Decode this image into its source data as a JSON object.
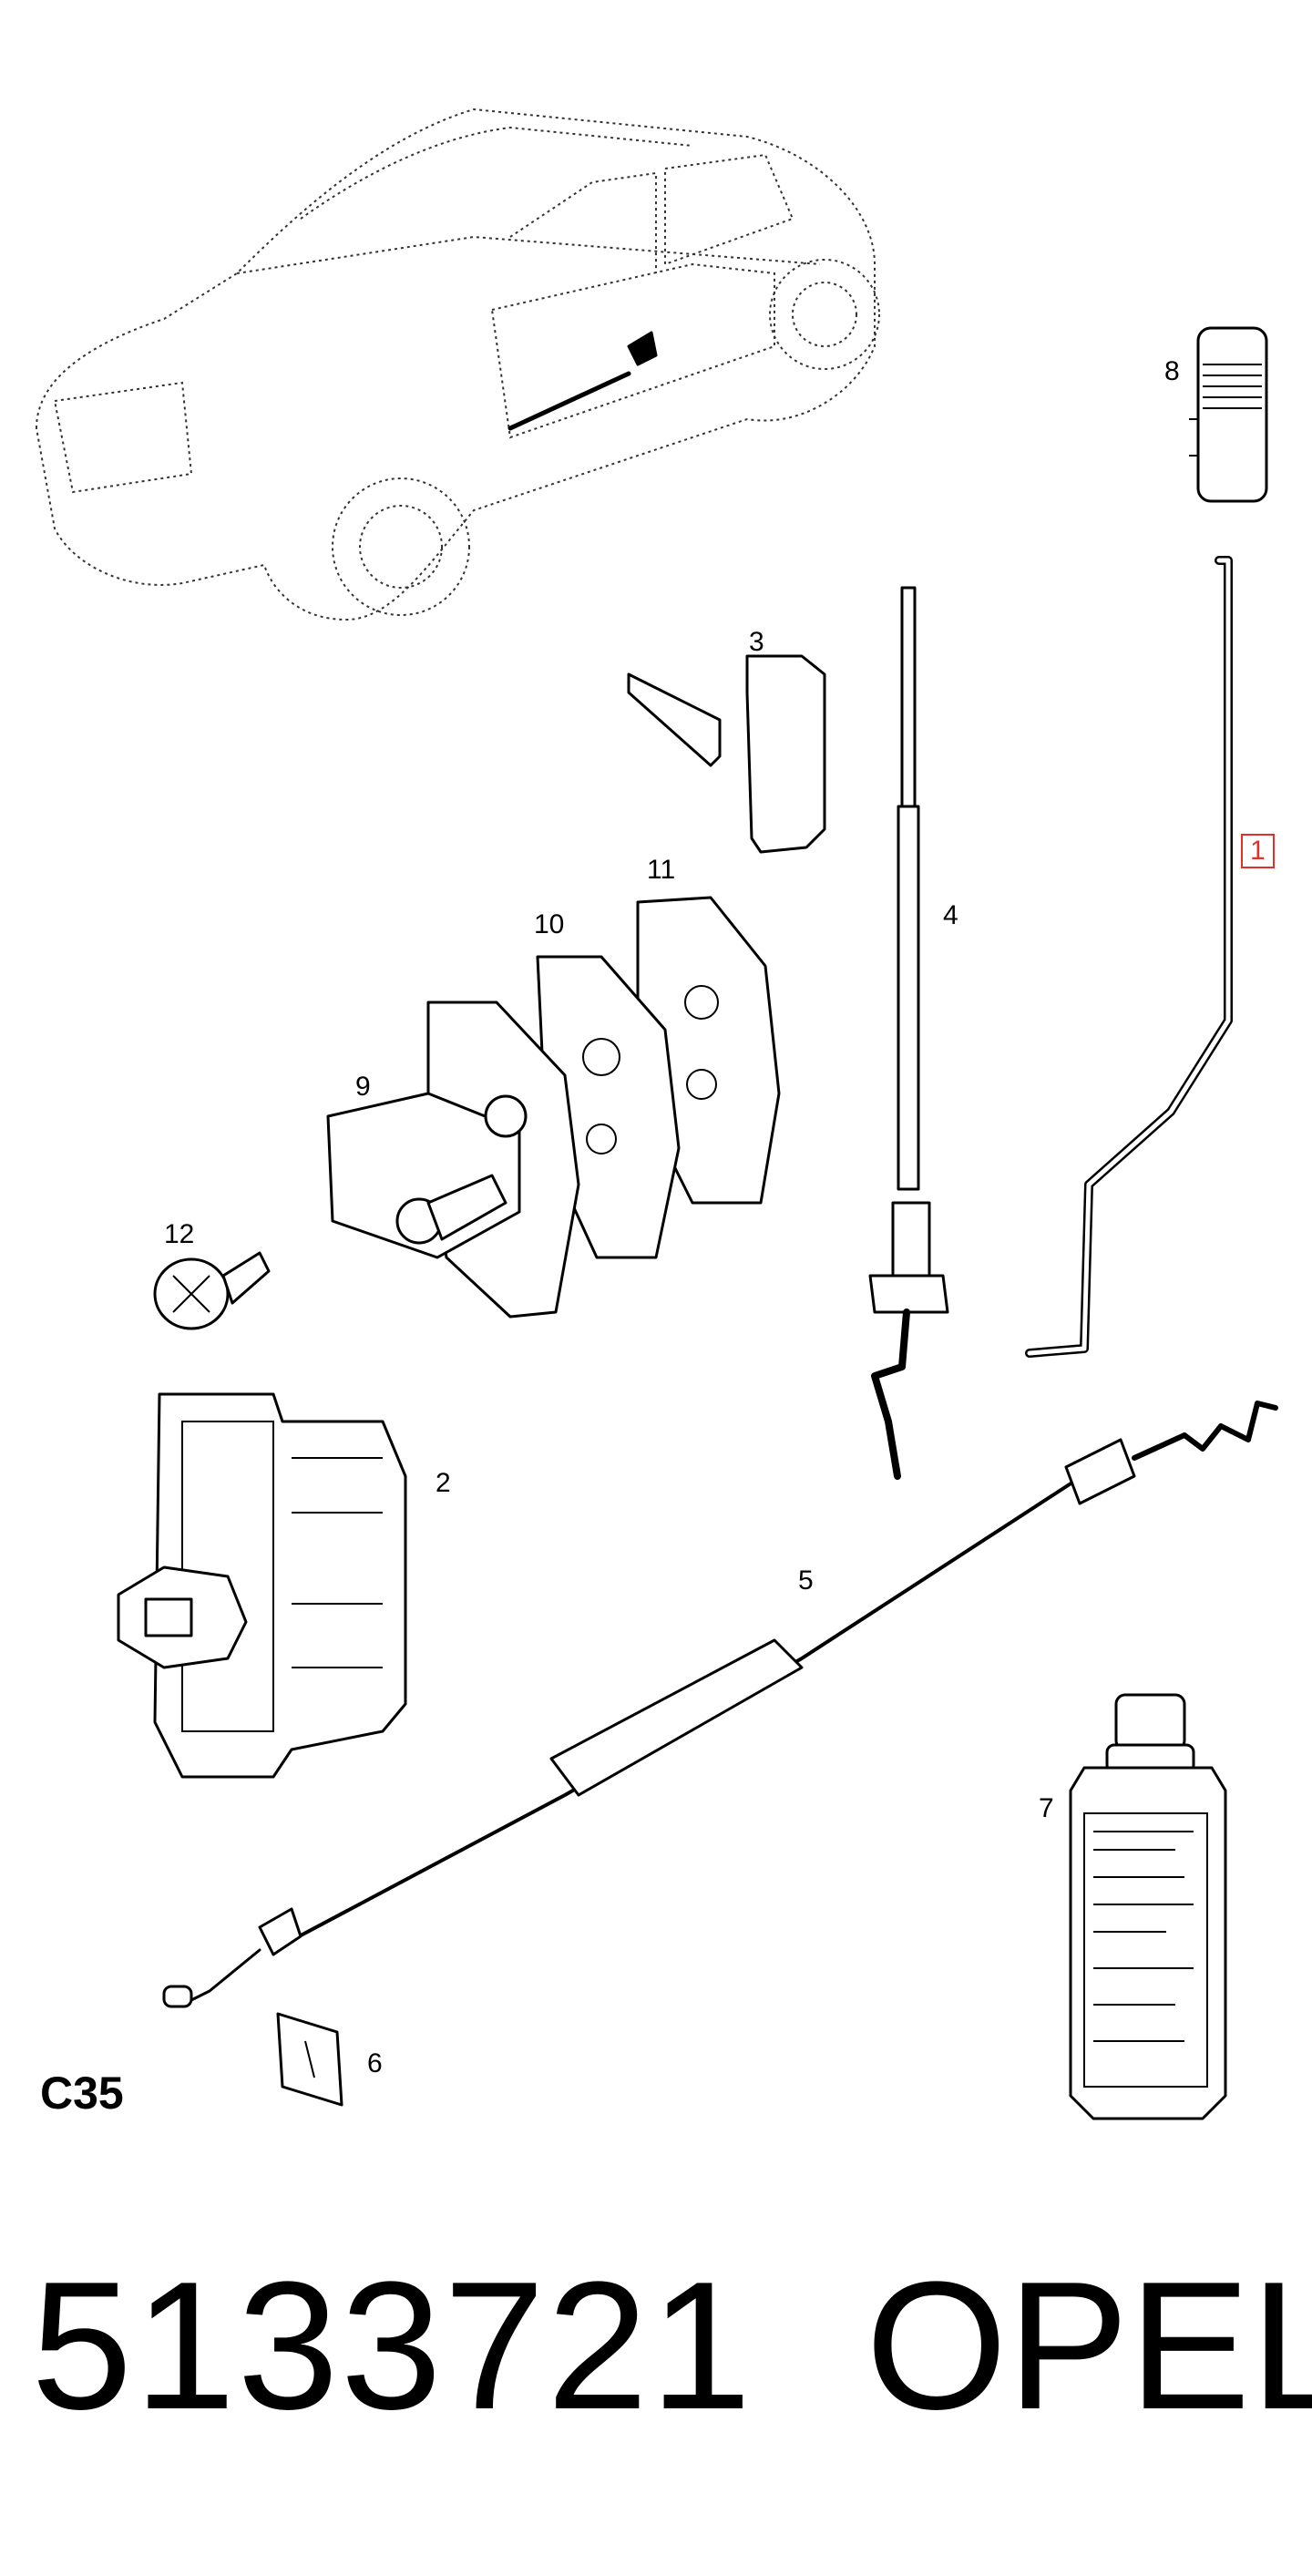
{
  "diagram": {
    "ref_code": "C35",
    "part_number": "5133721",
    "brand": "OPEL",
    "callouts": [
      {
        "id": "1",
        "text": "1",
        "highlighted": true
      },
      {
        "id": "2",
        "text": "2"
      },
      {
        "id": "3",
        "text": "3"
      },
      {
        "id": "4",
        "text": "4"
      },
      {
        "id": "5",
        "text": "5"
      },
      {
        "id": "6",
        "text": "6"
      },
      {
        "id": "7",
        "text": "7"
      },
      {
        "id": "8",
        "text": "8"
      },
      {
        "id": "9",
        "text": "9"
      },
      {
        "id": "10",
        "text": "10"
      },
      {
        "id": "11",
        "text": "11"
      },
      {
        "id": "12",
        "text": "12"
      }
    ],
    "highlight_color": "#e0302a"
  }
}
